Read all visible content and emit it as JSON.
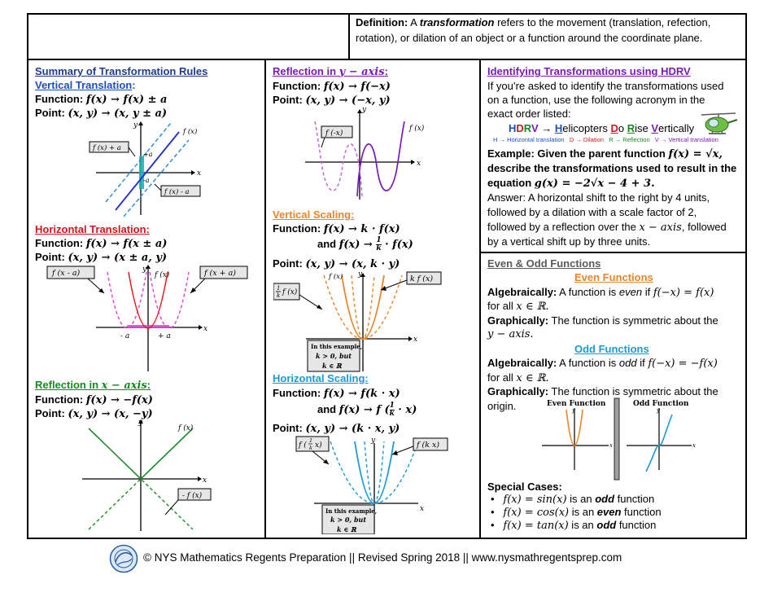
{
  "definition": {
    "label": "Definition:",
    "text_a": " A ",
    "term": "transformation",
    "text_b": " refers to the movement (translation, refection,",
    "line2": "rotation), or dilation of an object or a function around the coordinate plane."
  },
  "col1": {
    "summary_title": "Summary of Transformation Rules",
    "vt": {
      "title": "Vertical Translation",
      "colon": ":",
      "func_label": "Function: ",
      "func_math": "f(x) → f(x) ± a",
      "point_label": "Point: ",
      "point_math": "(x, y) → (x, y ± a)",
      "lbl_up": "f (x) + a",
      "lbl_fx": "f (x)",
      "lbl_down": "f (x) - a",
      "lbl_plus_a": "+a",
      "lbl_minus_a": "-a",
      "lbl_x": "x",
      "lbl_y": "y"
    },
    "ht": {
      "title": "Horizontal Translation:",
      "func_label": "Function: ",
      "func_math": "f(x) → f(x ± a)",
      "point_label": "Point: ",
      "point_math": "(x, y) → (x ± a, y)",
      "lbl_left": "f (x - a)",
      "lbl_fx": "f (x)",
      "lbl_right": "f (x + a)",
      "lbl_minus_a": "- a",
      "lbl_plus_a": "+ a",
      "lbl_x": "x",
      "lbl_y": "y"
    },
    "rx": {
      "title_a": "Reflection in ",
      "title_math": "x − axis",
      "title_b": ":",
      "func_label": "Function: ",
      "func_math": "f(x) → −f(x)",
      "point_label": "Point: ",
      "point_math": "(x, y) → (x, −y)",
      "lbl_fx": "f (x)",
      "lbl_neg": "- f (x)",
      "lbl_x": "x",
      "lbl_y": "y"
    }
  },
  "col2": {
    "ry": {
      "title_a": "Reflection in ",
      "title_math": "y − axis",
      "title_b": ":",
      "func_label": "Function: ",
      "func_math": "f(x) → f(−x)",
      "point_label": "Point: ",
      "point_math": "(x, y) → (−x, y)",
      "lbl_neg": "f (-x)",
      "lbl_fx": "f (x)",
      "lbl_x": "x",
      "lbl_y": "y"
    },
    "vs": {
      "title": "Vertical Scaling:",
      "func_label": "Function: ",
      "func_math": "f(x) → k · f(x)",
      "and": "and ",
      "func2_math_a": "f(x) → ",
      "func2_frac_num": "1",
      "func2_frac_den": "k",
      "func2_math_b": " · f(x)",
      "point_label": "Point: ",
      "point_math": "(x, y) → (x, k · y)",
      "lbl_inv": "f (x)",
      "lbl_inv_num": "1",
      "lbl_inv_den": "k",
      "lbl_fx": "f (x)",
      "lbl_y": "y",
      "lbl_k": "k f (x)",
      "lbl_x": "x",
      "note1": "In this example,",
      "note2": "k > 0, but",
      "note3": "k ∈ ℝ"
    },
    "hs": {
      "title": "Horizontal Scaling:",
      "func_label": "Function: ",
      "func_math": "f(x) → f(k · x)",
      "and": "and ",
      "func2_math_a": "f(x) → f (",
      "func2_frac_num": "1",
      "func2_frac_den": "k",
      "func2_math_b": " · x)",
      "point_label": "Point: ",
      "point_math": "(x, y) → (k · x, y)",
      "lbl_inv": "f (",
      "lbl_inv_num": "1",
      "lbl_inv_den": "k",
      "lbl_inv_b": "x)",
      "lbl_k": "f (k x)",
      "lbl_y": "y",
      "lbl_x": "x",
      "note1": "In this example,",
      "note2": "k > 0, but",
      "note3": "k ∈ ℝ"
    }
  },
  "col3": {
    "hdrv": {
      "title": "Identifying Transformations using HDRV",
      "p1": "If you’re asked to identify the transformations used",
      "p2": "on a function, use the following acronym in the",
      "p3": "exact order listed:",
      "acr_H": "H",
      "acr_D": "D",
      "acr_R": "R",
      "acr_V": "V",
      "arrow": " → ",
      "w1_cap": "H",
      "w1_rest": "elicopters ",
      "w2_cap": "D",
      "w2_rest": "o ",
      "w3_cap": "R",
      "w3_rest": "ise ",
      "w4_cap": "V",
      "w4_rest": "ertically",
      "legend_h": "H → Horizontal translation",
      "legend_d": "D → Dilation",
      "legend_r": "R → Reflection",
      "legend_v": "V → Vertical translation",
      "ex1_a": "Example: Given the parent function ",
      "ex1_math": "f(x) = √x,",
      "ex2": "describe the transformations used to result in the",
      "ex3_a": "equation ",
      "ex3_math": "g(x) = −2√x − 4 + 3.",
      "ans1": "Answer: A horizontal shift to the right by 4 units,",
      "ans2": "followed by a dilation with a scale factor of 2,",
      "ans3_a": "followed by a reflection over the ",
      "ans3_math": "x − axis",
      "ans3_b": ", followed",
      "ans4": "by a vertical shift up by three units."
    },
    "eo": {
      "title": "Even & Odd Functions",
      "even_title": "Even Functions",
      "alg_label": "Algebraically:",
      "even_alg_a": " A function is ",
      "even_word": "even",
      "even_alg_b": " if ",
      "even_alg_math": "f(−x) = f(x)",
      "forall": "for all ",
      "forall_math": "x ∈ ℝ.",
      "graph_label": "Graphically:",
      "even_graph": " The function is symmetric about the",
      "even_graph2": "y − axis.",
      "odd_title": "Odd Functions",
      "odd_alg_a": " A function is ",
      "odd_word": "odd",
      "odd_alg_b": " if ",
      "odd_alg_math": "f(−x) = −f(x)",
      "odd_graph": " The function is symmetric about the",
      "odd_graph2": "origin.",
      "even_fig": "Even Function",
      "odd_fig": "Odd Function",
      "lbl_y": "y",
      "lbl_x": "x",
      "special_title": "Special Cases:",
      "s1_math": "f(x) = sin(x)",
      "s1_a": " is an ",
      "s1_word": "odd",
      "s1_b": " function",
      "s2_math": "f(x) = cos(x)",
      "s2_a": " is an ",
      "s2_word": "even",
      "s2_b": " function",
      "s3_math": "f(x) = tan(x)",
      "s3_a": " is an ",
      "s3_word": "odd",
      "s3_b": " function",
      "bullet": "•"
    }
  },
  "footer": {
    "text": "© NYS Mathematics Regents Preparation || Revised Spring 2018 || www.nysmathregentsprep.com"
  },
  "colors": {
    "blue": "#1a4fc4",
    "red": "#d4141a",
    "green": "#148c1e",
    "purple": "#7a1ab8",
    "orange": "#e8862a",
    "cyan": "#1a9ad6",
    "magenta": "#e040d0",
    "teal": "#19b5b0"
  }
}
